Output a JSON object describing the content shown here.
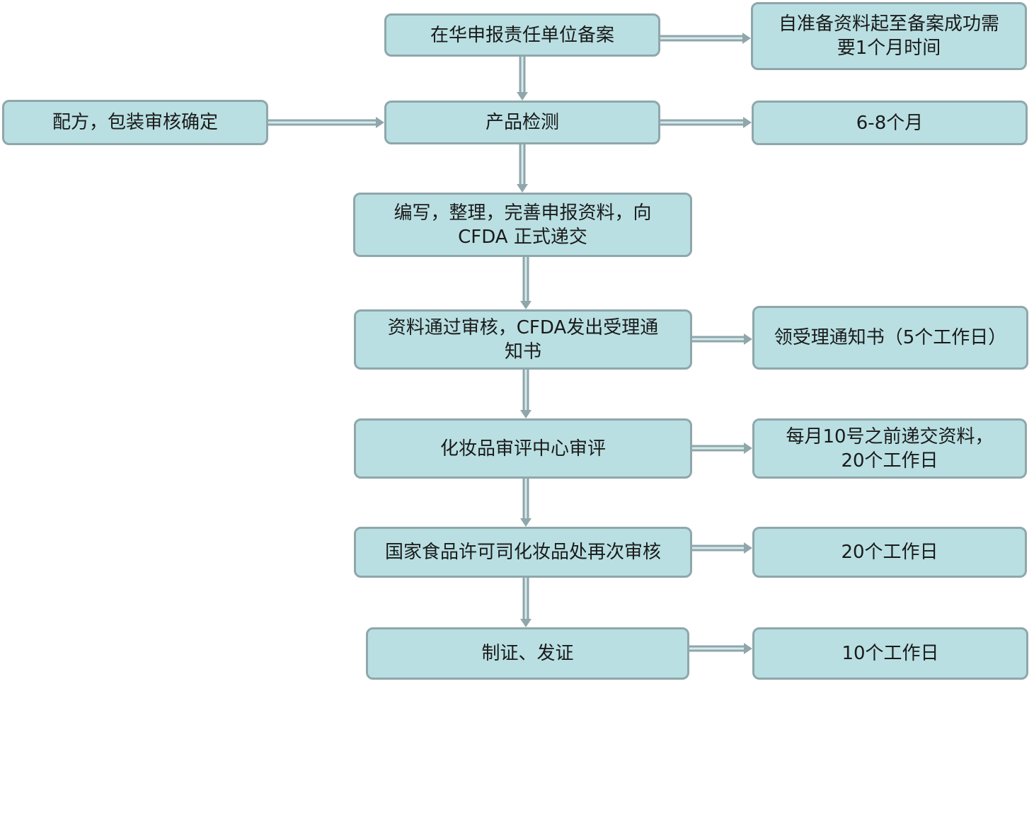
{
  "steps": {
    "register": {
      "line1": "在华申报责任单位备案"
    },
    "register_time": {
      "line1": "自准备资料起至备案成功需",
      "line2": "要1个月时间"
    },
    "formula": {
      "line1": "配方，包装审核确定"
    },
    "testing": {
      "line1": "产品检测"
    },
    "testing_time": {
      "line1": "6-8个月"
    },
    "submit": {
      "line1": "编写，整理，完善申报资料，向",
      "line2": "CFDA 正式递交"
    },
    "accept": {
      "line1": "资料通过审核，CFDA发出受理通",
      "line2": "知书"
    },
    "accept_time": {
      "line1": "领受理通知书（5个工作日）"
    },
    "review": {
      "line1": "化妆品审评中心审评"
    },
    "review_time": {
      "line1": "每月10号之前递交资料，",
      "line2": "20个工作日"
    },
    "recheck": {
      "line1": "国家食品许可司化妆品处再次审核"
    },
    "recheck_time": {
      "line1": "20个工作日"
    },
    "issue": {
      "line1": "制证、发证"
    },
    "issue_time": {
      "line1": "10个工作日"
    }
  },
  "colors": {
    "box_fill": "#b9dfe2",
    "box_border": "#8fa7ab",
    "arrow": "#8fa7ab",
    "text": "#1a1a1a"
  }
}
